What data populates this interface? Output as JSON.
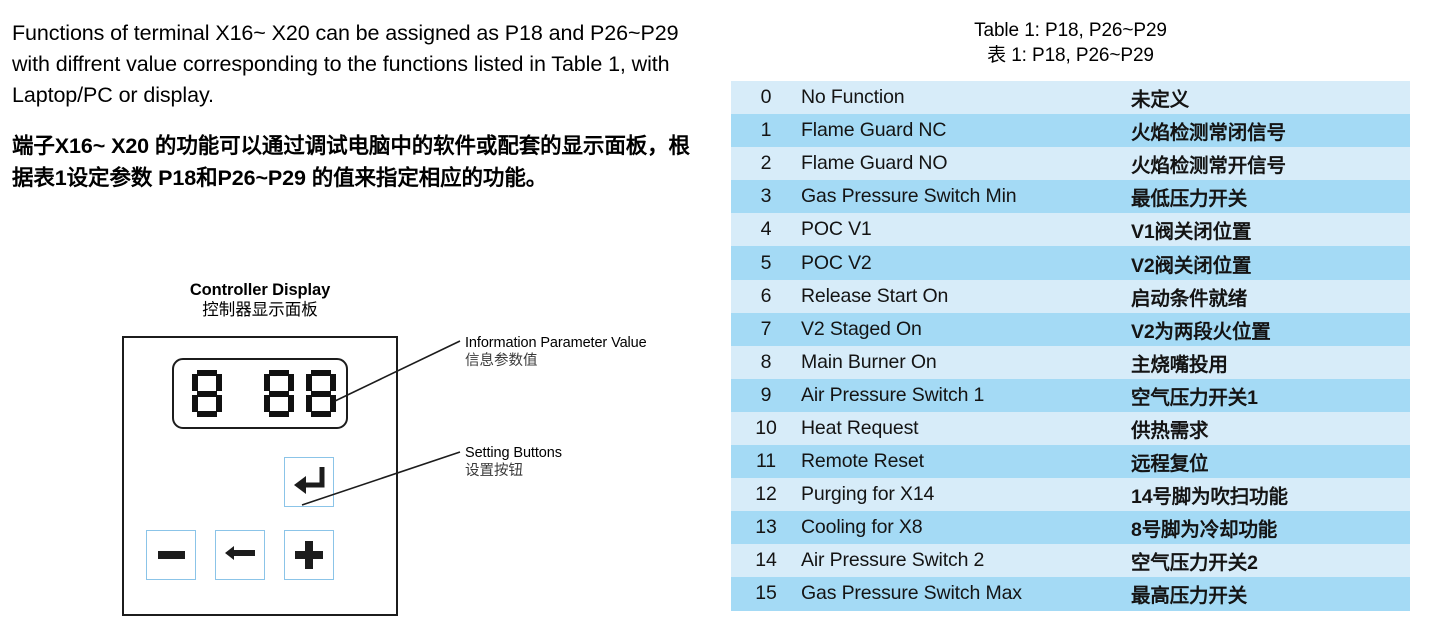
{
  "intro": {
    "english": "Functions of terminal X16~ X20 can be assigned as P18 and P26~P29 with diffrent value corresponding to the functions listed in Table 1, with Laptop/PC or display.",
    "chinese": "端子X16~ X20 的功能可以通过调试电脑中的软件或配套的显示面板，根据表1设定参数 P18和P26~P29 的值来指定相应的功能。"
  },
  "diagram": {
    "title_en": "Controller Display",
    "title_cn": "控制器显示面板",
    "display_value": "8 88",
    "buttons": [
      {
        "name": "enter-button",
        "glyph": "↵"
      },
      {
        "name": "minus-button",
        "glyph": "−"
      },
      {
        "name": "left-arrow-button",
        "glyph": "←"
      },
      {
        "name": "plus-button",
        "glyph": "+"
      }
    ],
    "callouts": [
      {
        "en": "Information Parameter Value",
        "cn": "信息参数值"
      },
      {
        "en": "Setting Buttons",
        "cn": "设置按钮"
      }
    ]
  },
  "table": {
    "caption_en": "Table 1:  P18, P26~P29",
    "caption_cn": "表  1:  P18, P26~P29",
    "columns": [
      "value",
      "function_en",
      "function_cn"
    ],
    "rows": [
      {
        "value": "0",
        "en": "No Function",
        "cn": "未定义"
      },
      {
        "value": "1",
        "en": "Flame Guard NC",
        "cn": "火焰检测常闭信号"
      },
      {
        "value": "2",
        "en": "Flame Guard NO",
        "cn": "火焰检测常开信号"
      },
      {
        "value": "3",
        "en": "Gas Pressure Switch Min",
        "cn": "最低压力开关"
      },
      {
        "value": "4",
        "en": "POC V1",
        "cn": "V1阀关闭位置"
      },
      {
        "value": "5",
        "en": "POC V2",
        "cn": "V2阀关闭位置"
      },
      {
        "value": "6",
        "en": "Release Start On",
        "cn": "启动条件就绪"
      },
      {
        "value": "7",
        "en": "V2 Staged On",
        "cn": "V2为两段火位置"
      },
      {
        "value": "8",
        "en": "Main Burner On",
        "cn": "主烧嘴投用"
      },
      {
        "value": "9",
        "en": "Air Pressure Switch 1",
        "cn": "空气压力开关1"
      },
      {
        "value": "10",
        "en": "Heat Request",
        "cn": "供热需求"
      },
      {
        "value": "11",
        "en": "Remote Reset",
        "cn": "远程复位"
      },
      {
        "value": "12",
        "en": "Purging for X14",
        "cn": "14号脚为吹扫功能"
      },
      {
        "value": "13",
        "en": "Cooling for X8",
        "cn": "8号脚为冷却功能"
      },
      {
        "value": "14",
        "en": "Air Pressure Switch 2",
        "cn": "空气压力开关2"
      },
      {
        "value": "15",
        "en": "Gas Pressure Switch Max",
        "cn": "最高压力开关"
      }
    ]
  },
  "colors": {
    "row_light": "#d7ecf9",
    "row_dark": "#a4daf5",
    "button_border": "#8bc4e8",
    "ink": "#141414"
  }
}
